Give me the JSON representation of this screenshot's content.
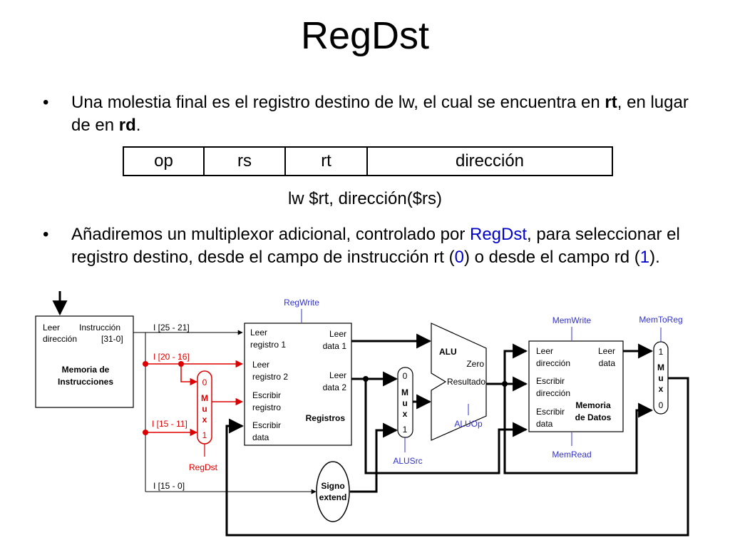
{
  "title": "RegDst",
  "bullets": [
    {
      "p1": "Una molestia final es el registro destino de lw, el cual se encuentra en ",
      "b1": "rt",
      "p2": ", en lugar de en ",
      "b2": "rd",
      "p3": "."
    },
    {
      "p1": "Añadiremos un multiplexor adicional, controlado por ",
      "c1": "RegDst",
      "p2": ", para seleccionar el registro destino, desde el campo de instrucción rt (",
      "c2": "0",
      "p3": ") o desde el campo rd (",
      "c3": "1",
      "p4": ")."
    }
  ],
  "format": [
    "op",
    "rs",
    "rt",
    "dirección"
  ],
  "caption": "lw $rt, dirección($rs)",
  "diagram": {
    "imem": {
      "leer": "Leer",
      "direccion": "dirección",
      "instr": "Instrucción",
      "bits": "[31-0]",
      "name1": "Memoria de",
      "name2": "Instrucciones"
    },
    "fields": {
      "f1": "I [25 - 21]",
      "f2": "I [20 - 16]",
      "f3": "I [15 - 11]",
      "f4": "I [15 - 0]"
    },
    "regs": {
      "lr1a": "Leer",
      "lr1b": "registro 1",
      "lr2a": "Leer",
      "lr2b": "registro 2",
      "ewa": "Escribir",
      "ewb": "registro",
      "eda": "Escribir",
      "edb": "data",
      "d1a": "Leer",
      "d1b": "data 1",
      "d2a": "Leer",
      "d2b": "data 2",
      "name": "Registros"
    },
    "mux": {
      "m": "M",
      "u": "u",
      "x": "x",
      "zero": "0",
      "one": "1"
    },
    "alu": {
      "name": "ALU",
      "zero": "Zero",
      "res": "Resultado"
    },
    "dmem": {
      "la": "Leer",
      "lb": "dirección",
      "ld1": "Leer",
      "ld2": "data",
      "ea": "Escribir",
      "eb": "dirección",
      "fa": "Escribir",
      "fb": "data",
      "n1": "Memoria",
      "n2": "de Datos"
    },
    "sext": {
      "a": "Signo",
      "b": "extend"
    },
    "ctrl": {
      "regwrite": "RegWrite",
      "regdst": "RegDst",
      "alusrc": "ALUSrc",
      "aluop": "ALUOp",
      "memwrite": "MemWrite",
      "memread": "MemRead",
      "memtoreg": "MemToReg"
    },
    "colors": {
      "highlight": "#dd0000",
      "control": "#3333cc",
      "wire": "#000000"
    }
  }
}
